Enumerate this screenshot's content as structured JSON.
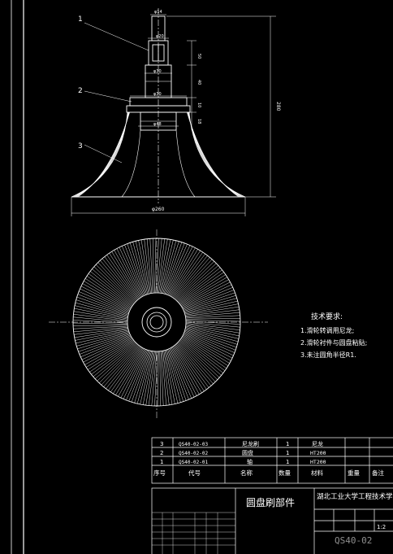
{
  "callouts": [
    "1",
    "2",
    "3"
  ],
  "dimensions": {
    "shaft_dia_top": "φ14",
    "shaft_dia_mid": "φ20",
    "shaft_dia_2": "φ30",
    "shaft_dia_3": "φ30",
    "hub_dia": "φ48",
    "base_dia": "φ260",
    "len_50": "50",
    "len_40": "40",
    "len_10": "10",
    "len_18": "18",
    "total_height": "280"
  },
  "tech_requirements": {
    "title": "技术要求:",
    "items": [
      "1.滑轮转调用尼龙;",
      "2.滑轮衬件与圆盘粘贴;",
      "3.未注圆角半径R1."
    ]
  },
  "bom": {
    "rows": [
      {
        "no": "3",
        "code": "QS40-02-03",
        "name": "尼龙刷",
        "qty": "1",
        "material": "尼龙",
        "weight": "",
        "remark": ""
      },
      {
        "no": "2",
        "code": "QS40-02-02",
        "name": "圆盘",
        "qty": "1",
        "material": "HT200",
        "weight": "",
        "remark": ""
      },
      {
        "no": "1",
        "code": "QS40-02-01",
        "name": "轴",
        "qty": "1",
        "material": "HT200",
        "weight": "",
        "remark": ""
      }
    ],
    "headers": {
      "no": "序号",
      "code": "代号",
      "name": "名称",
      "qty": "数量",
      "material": "材料",
      "weight": "重量",
      "remark": "备注"
    }
  },
  "title_block": {
    "part_name": "圆盘刷部件",
    "school": "湖北工业大学工程技术学院",
    "scale": "1:2",
    "drawing_no": "QS40-02"
  }
}
